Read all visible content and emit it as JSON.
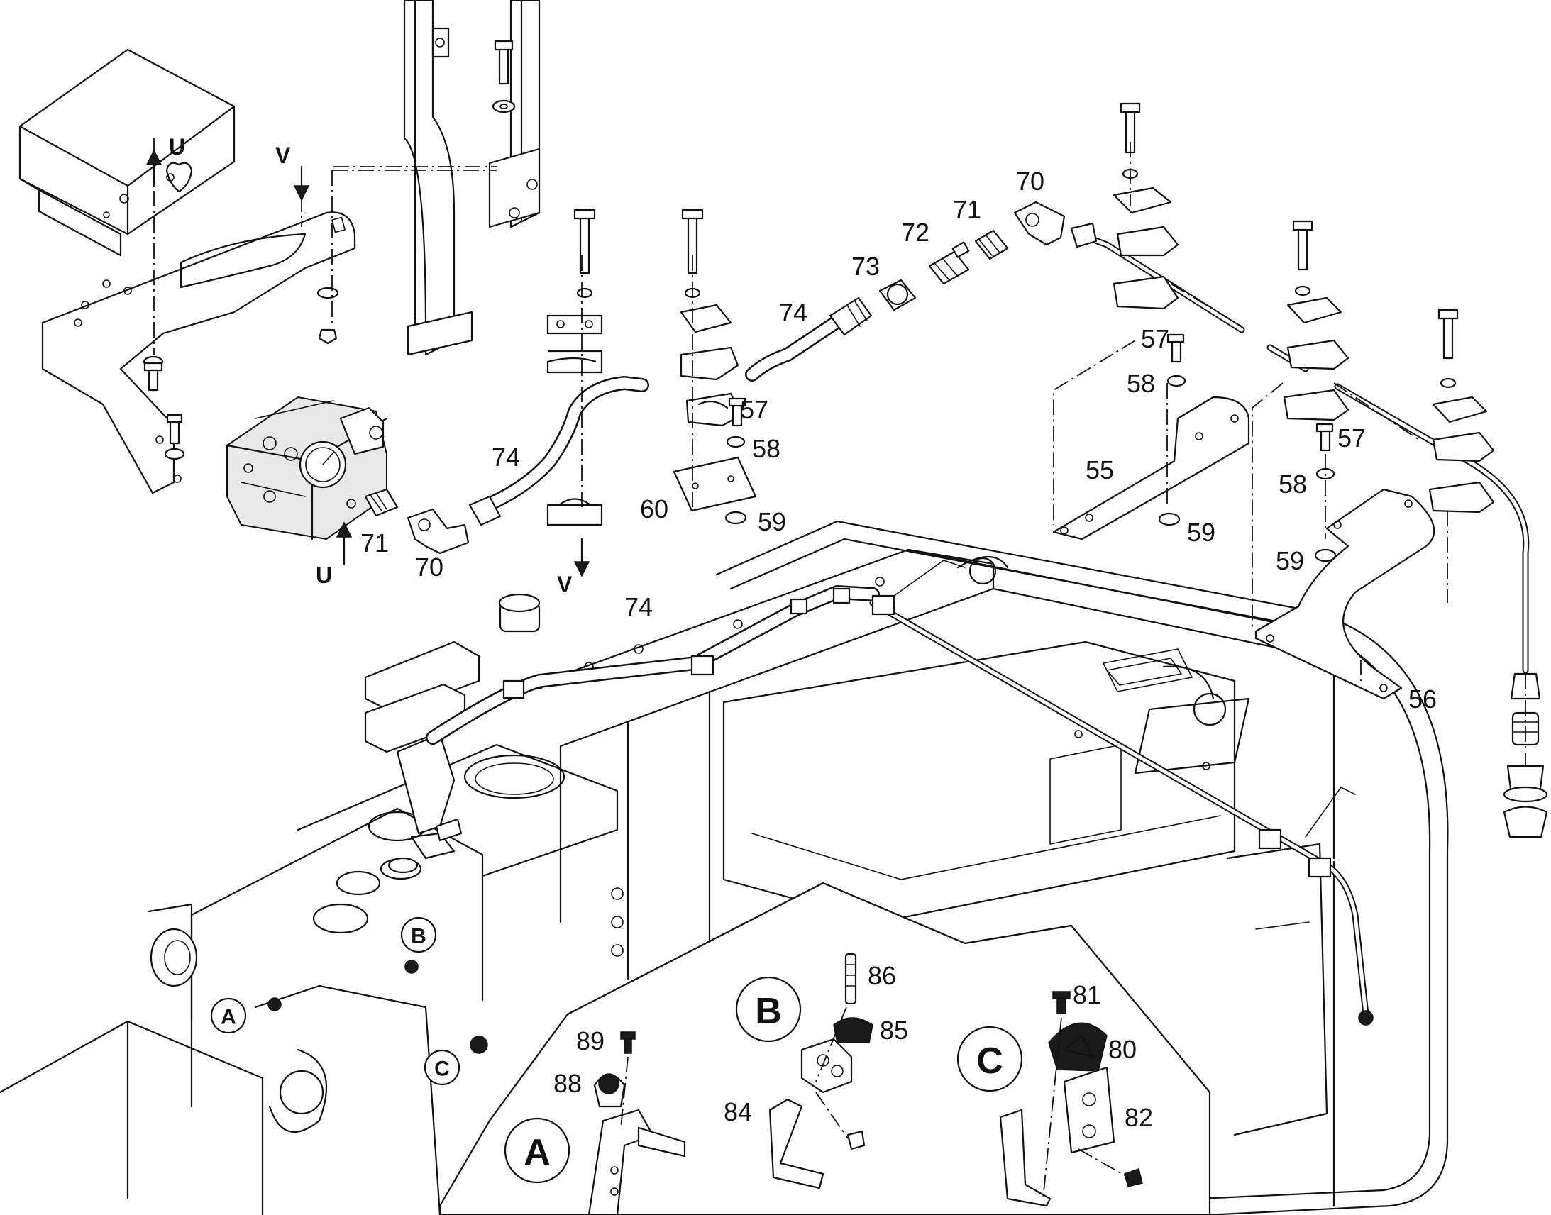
{
  "callouts": {
    "n55": "55",
    "n56": "56",
    "n57a": "57",
    "n57b": "57",
    "n57c": "57",
    "n58a": "58",
    "n58b": "58",
    "n58c": "58",
    "n59a": "59",
    "n59b": "59",
    "n59c": "59",
    "n60": "60",
    "n70a": "70",
    "n70b": "70",
    "n71a": "71",
    "n71b": "71",
    "n72": "72",
    "n73": "73",
    "n74a": "74",
    "n74b": "74",
    "n74c": "74",
    "n80": "80",
    "n81": "81",
    "n82": "82",
    "n84": "84",
    "n85": "85",
    "n86": "86",
    "n88": "88",
    "n89": "89"
  },
  "view_markers": {
    "u_top": "U",
    "u_bottom": "U",
    "v_top": "V",
    "v_bottom": "V"
  },
  "detail_labels": {
    "a_small": "A",
    "b_small": "B",
    "c_small": "C",
    "a_large": "A",
    "b_large": "B",
    "c_large": "C"
  }
}
